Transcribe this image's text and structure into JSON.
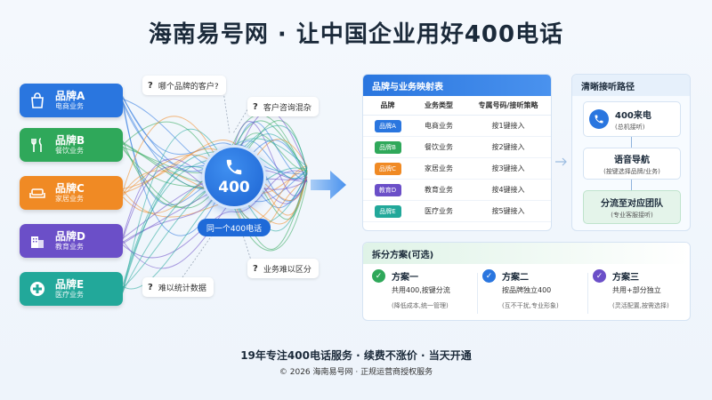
{
  "title": "海南易号网 · 让中国企业用好400电话",
  "colors": {
    "blue": "#2a76df",
    "green": "#2fa85a",
    "orange": "#f08a24",
    "purple": "#6b4fc8",
    "teal": "#22a89a"
  },
  "brands": [
    {
      "name": "品牌A",
      "desc": "电商业务",
      "icon": "shopping-bag-icon",
      "color": "#2a76df"
    },
    {
      "name": "品牌B",
      "desc": "餐饮业务",
      "icon": "fork-knife-icon",
      "color": "#2fa85a"
    },
    {
      "name": "品牌C",
      "desc": "家居业务",
      "icon": "sofa-icon",
      "color": "#f08a24"
    },
    {
      "name": "品牌D",
      "desc": "教育业务",
      "icon": "building-icon",
      "color": "#6b4fc8"
    },
    {
      "name": "品牌E",
      "desc": "医疗业务",
      "icon": "medical-cross-icon",
      "color": "#22a89a"
    }
  ],
  "questions": {
    "q1": "哪个品牌的客户?",
    "q2": "客户咨询混杂",
    "q3": "业务难以区分",
    "q4": "难以统计数据",
    "mark": "?"
  },
  "hub": {
    "number": "400",
    "label": "同一个400电话",
    "icon": "phone-icon"
  },
  "mapping": {
    "title": "品牌与业务映射表",
    "headers": [
      "品牌",
      "业务类型",
      "专属号码/接听策略"
    ],
    "rows": [
      {
        "brand": "品牌A",
        "type": "电商业务",
        "route": "按1键接入",
        "color": "#2a76df"
      },
      {
        "brand": "品牌B",
        "type": "餐饮业务",
        "route": "按2键接入",
        "color": "#2fa85a"
      },
      {
        "brand": "品牌C",
        "type": "家居业务",
        "route": "按3键接入",
        "color": "#f08a24"
      },
      {
        "brand": "教育D",
        "type": "教育业务",
        "route": "按4键接入",
        "color": "#6b4fc8"
      },
      {
        "brand": "品牌E",
        "type": "医疗业务",
        "route": "按5键接入",
        "color": "#22a89a"
      }
    ]
  },
  "routing": {
    "title": "清晰接听路径",
    "step1": {
      "title": "400来电",
      "sub": "(总机接听)"
    },
    "step2": {
      "title": "语音导航",
      "sub": "(按键选择品牌/业务)"
    },
    "step3": {
      "title": "分流至对应团队",
      "sub": "(专业客服接听)"
    }
  },
  "plans": {
    "title": "拆分方案(可选)",
    "items": [
      {
        "name": "方案一",
        "desc": "共用400,按键分流",
        "note": "(降低成本,统一管理)",
        "color": "#2fa85a",
        "mark": "✓"
      },
      {
        "name": "方案二",
        "desc": "按品牌独立400",
        "note": "(互不干扰,专业形象)",
        "color": "#2a76df",
        "mark": "✓"
      },
      {
        "name": "方案三",
        "desc": "共用+部分独立",
        "note": "(灵活配置,按需选择)",
        "color": "#6b4fc8",
        "mark": "✓"
      }
    ]
  },
  "footer": {
    "line1": "19年专注400电话服务 · 续费不涨价 · 当天开通",
    "line2": "© 2026 海南易号网 · 正规运营商授权服务"
  }
}
